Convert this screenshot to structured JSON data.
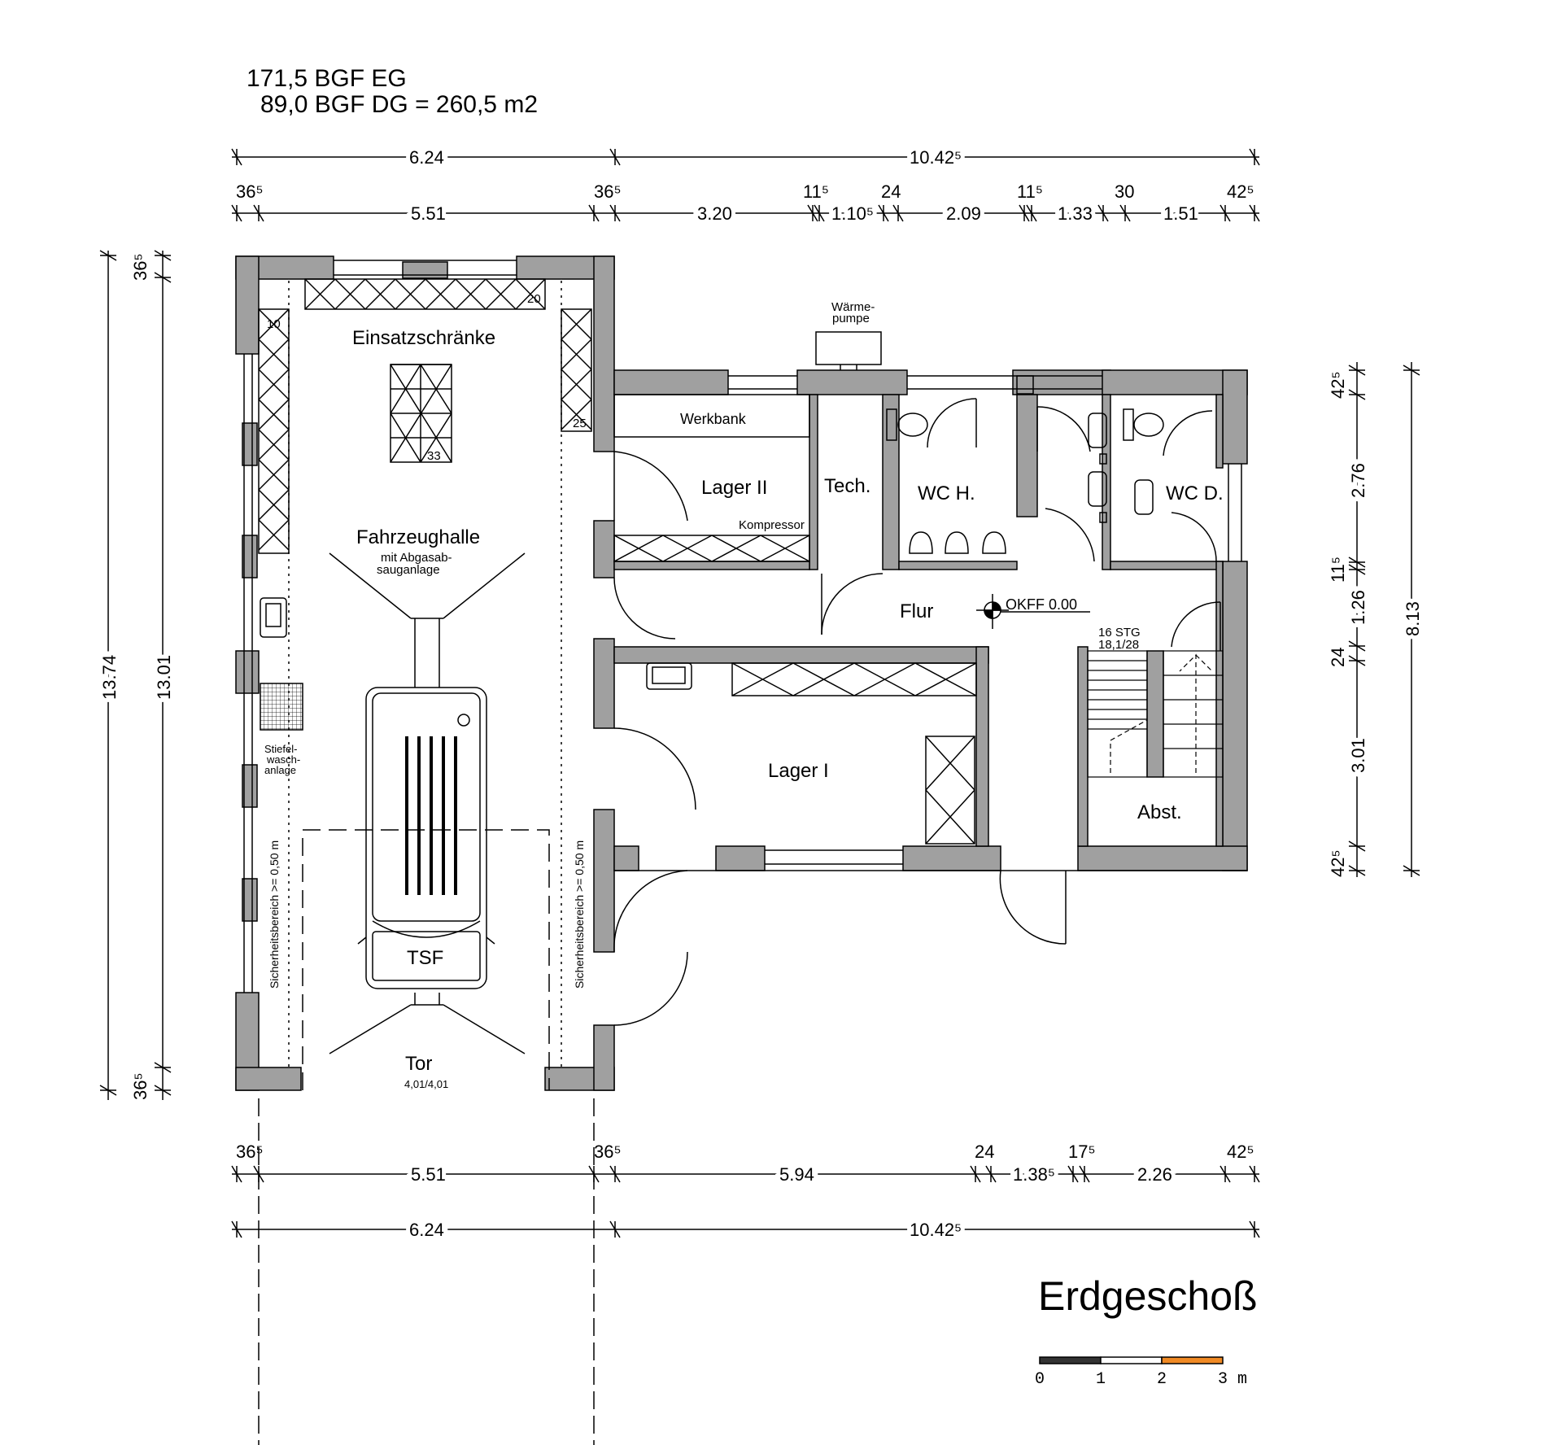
{
  "header": {
    "line1": "171,5 BGF EG",
    "line2": "89,0 BGF DG = 260,5 m2"
  },
  "title": "Erdgeschoß",
  "rooms": {
    "einsatzschraenke": "Einsatzschränke",
    "fahrzeughalle": "Fahrzeughalle",
    "fahrzeughalle_sub1": "mit Abgasab-",
    "fahrzeughalle_sub2": "sauganlage",
    "werkbank": "Werkbank",
    "lager2": "Lager II",
    "kompressor": "Kompressor",
    "tech": "Tech.",
    "wc_h": "WC H.",
    "wc_d": "WC D.",
    "flur": "Flur",
    "okff": "OKFF  0.00",
    "stg1": "16 STG",
    "stg2": "18,1/28",
    "lager1": "Lager I",
    "abst": "Abst.",
    "waerme1": "Wärme-",
    "waerme2": "pumpe",
    "stiefel1": "Stiefel-",
    "stiefel2": "wasch-",
    "stiefel3": "anlage",
    "tsf": "TSF",
    "tor": "Tor",
    "tor_size": "4,01/4,01",
    "sicherheit": "Sicherheitsbereich >= 0,50 m",
    "n10": "10",
    "n20": "20",
    "n25": "25",
    "n33": "33"
  },
  "dims": {
    "top1": [
      "6.24",
      "10.42⁵"
    ],
    "top2": {
      "a": "36⁵",
      "b": "5.51",
      "c": "36⁵",
      "d": "3.20",
      "e": "11⁵",
      "f": "1.10⁵",
      "g": "24",
      "h": "2.09",
      "i": "11⁵",
      "j": "1.33",
      "k": "30",
      "l": "1.51",
      "m": "42⁵"
    },
    "bot1": {
      "a": "36⁵",
      "b": "5.51",
      "c": "36⁵",
      "d": "5.94",
      "e": "24",
      "f": "1.38⁵",
      "g": "17⁵",
      "h": "2.26",
      "i": "42⁵"
    },
    "bot2": [
      "6.24",
      "10.42⁵"
    ],
    "left": {
      "outer": "13.74",
      "inner": "13.01",
      "top": "36⁵",
      "bottom": "36⁵"
    },
    "right": {
      "a": "42⁵",
      "b": "2.76",
      "c": "11⁵",
      "d": "1.26",
      "e": "24",
      "f": "3.01",
      "g": "42⁵",
      "total": "8.13"
    }
  },
  "scale": {
    "labels": [
      "0",
      "1",
      "2",
      "3 m"
    ],
    "colors": [
      "#333333",
      "#ffffff",
      "#f08a24"
    ]
  },
  "colors": {
    "wall": "#a0a0a0",
    "line": "#000000"
  }
}
